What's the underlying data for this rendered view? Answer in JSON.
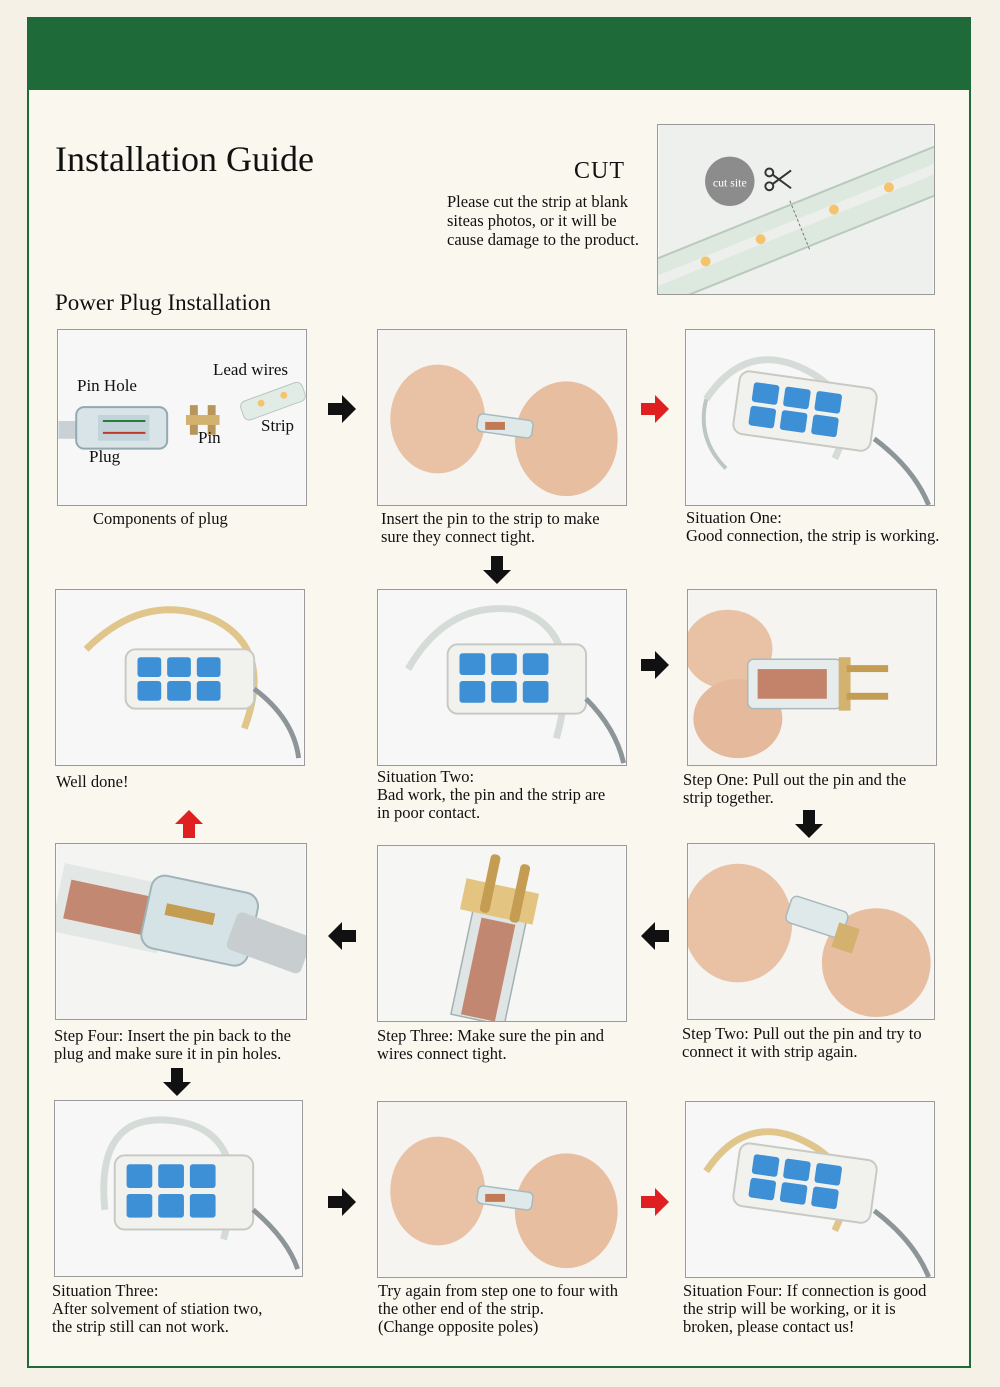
{
  "header": {
    "title": "Installation Guide",
    "section_title": "Power Plug Installation"
  },
  "cut": {
    "title": "CUT",
    "lines": [
      "Please cut the strip at blank",
      "siteas photos, or it will be",
      "cause damage to the product."
    ],
    "badge": "cut site",
    "icon": "scissors-icon"
  },
  "components": {
    "pin_hole": "Pin Hole",
    "lead_wires": "Lead wires",
    "pin": "Pin",
    "strip": "Strip",
    "plug": "Plug"
  },
  "captions": {
    "components": [
      "Components of plug"
    ],
    "insert": [
      "Insert the pin to the strip to make",
      "sure they connect tight."
    ],
    "situation_one": [
      "Situation One:",
      "Good connection, the strip is working."
    ],
    "well_done": [
      "Well done!"
    ],
    "situation_two": [
      "Situation Two:",
      "Bad work, the pin and the strip are",
      "in poor contact."
    ],
    "step_one": [
      "Step One: Pull out the pin and the",
      "strip together."
    ],
    "step_four": [
      "Step Four: Insert the pin back to the",
      "plug and make sure it in pin holes."
    ],
    "step_three": [
      "Step Three: Make sure the pin and",
      "wires connect tight."
    ],
    "step_two": [
      "Step Two: Pull out the pin and try to",
      "connect it with strip again."
    ],
    "situation_three": [
      "Situation Three:",
      "After solvement of stiation two,",
      "the strip still can not work."
    ],
    "try_again": [
      "Try again from step one to four with",
      "the other end of the strip.",
      "(Change opposite poles)"
    ],
    "situation_four": [
      "Situation Four: If connection is good",
      "the strip will be working, or it is",
      "broken, please contact us!"
    ]
  },
  "colors": {
    "banner": "#1e6a38",
    "arrow_black": "#111111",
    "arrow_red": "#e02020",
    "socket_blue": "#3d8fd6"
  }
}
